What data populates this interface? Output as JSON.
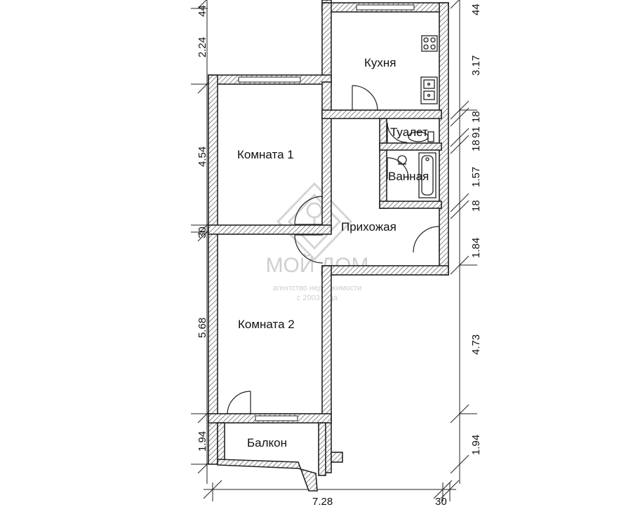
{
  "rooms": {
    "kitchen": "Кухня",
    "toilet": "Туалет",
    "bathroom": "Ванная",
    "room1": "Комната 1",
    "hallway": "Прихожая",
    "room2": "Комната 2",
    "balcony": "Балкон"
  },
  "dimensions": {
    "left": [
      "44",
      "2.24",
      "4.54",
      "30",
      "5.68",
      "1.94"
    ],
    "right": [
      "44",
      "3.17",
      "18",
      "91",
      "18",
      "1.57",
      "18",
      "1.84",
      "4.73",
      "1.94"
    ],
    "bottom_total": "7.28",
    "bottom_small": "30"
  },
  "watermark": {
    "brand": "МОЙ ДОМ",
    "tagline": "агентство недвижимости",
    "since": "с 2003 года"
  }
}
